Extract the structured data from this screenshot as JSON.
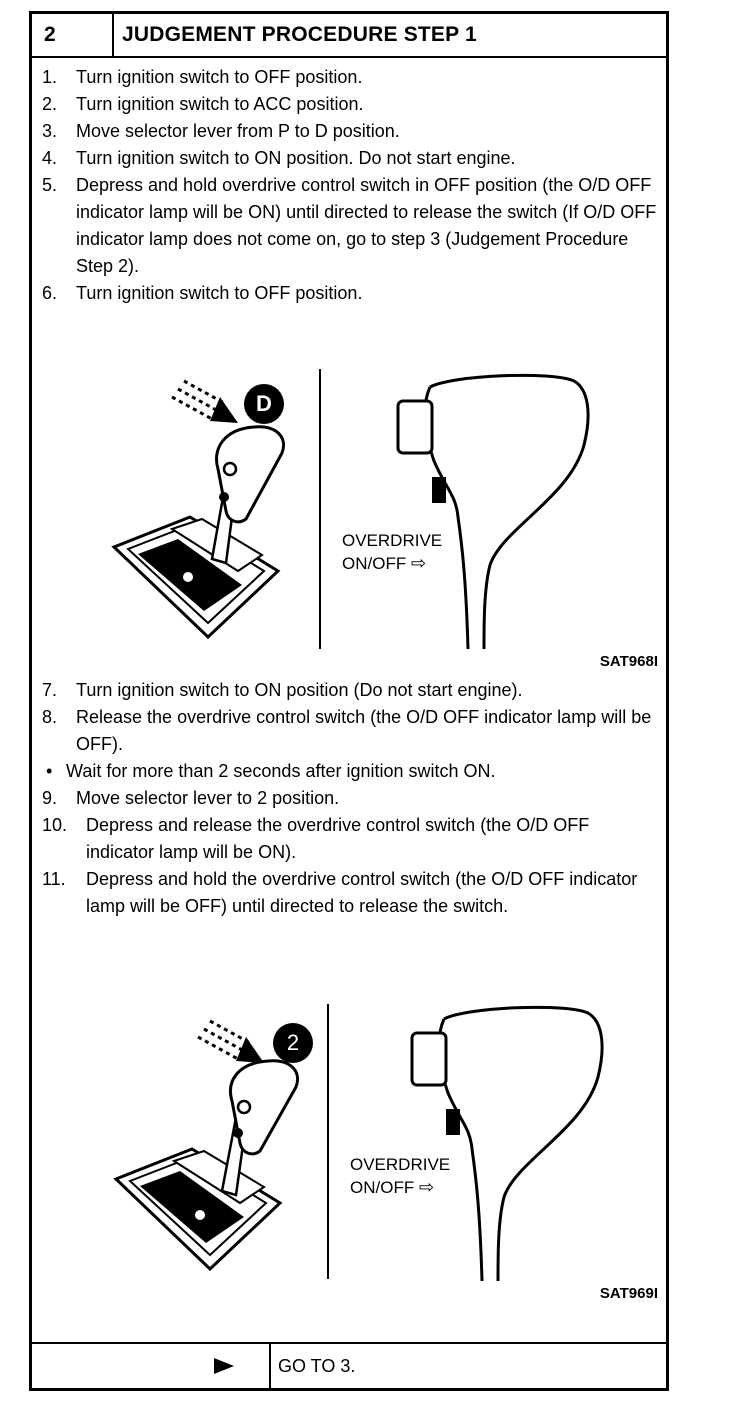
{
  "header": {
    "number": "2",
    "title": "JUDGEMENT PROCEDURE STEP 1"
  },
  "steps_a": [
    {
      "n": "1.",
      "text": "Turn ignition switch to OFF position."
    },
    {
      "n": "2.",
      "text": "Turn ignition switch to ACC position."
    },
    {
      "n": "3.",
      "text": "Move selector lever from P to D position."
    },
    {
      "n": "4.",
      "text": "Turn ignition switch to ON position. Do not start engine."
    },
    {
      "n": "5.",
      "text": "Depress and hold overdrive control switch in OFF position (the O/D OFF indicator lamp will be ON) until directed to release the switch (If O/D OFF indicator lamp does not come on, go to step 3 (Judgement Procedure Step 2)."
    },
    {
      "n": "6.",
      "text": "Turn ignition switch to OFF position."
    }
  ],
  "figure_1": {
    "position_letter": "D",
    "od_line1": "OVERDRIVE",
    "od_line2": "ON/OFF",
    "code": "SAT968I"
  },
  "steps_b": [
    {
      "n": "7.",
      "text": "Turn ignition switch to ON position (Do not start engine)."
    },
    {
      "n": "8.",
      "text": "Release the overdrive control switch (the O/D OFF indicator lamp will be OFF)."
    },
    {
      "n": "•",
      "text": "Wait for more than 2 seconds after ignition switch ON."
    },
    {
      "n": "9.",
      "text": "Move selector lever to 2 position."
    },
    {
      "n": "10.",
      "text": "Depress and release the overdrive control switch (the O/D OFF indicator lamp will be ON)."
    },
    {
      "n": "11.",
      "text": "Depress and hold the overdrive control switch (the O/D OFF indicator lamp will be OFF) until directed to release the switch."
    }
  ],
  "figure_2": {
    "position_letter": "2",
    "od_line1": "OVERDRIVE",
    "od_line2": "ON/OFF",
    "code": "SAT969I"
  },
  "footer": {
    "action": "GO TO 3."
  }
}
